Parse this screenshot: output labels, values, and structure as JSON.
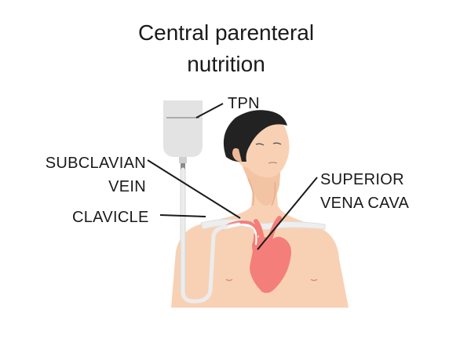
{
  "title": {
    "line1": "Central parenteral",
    "line2": "nutrition"
  },
  "labels": {
    "tpn": "TPN",
    "subclavian_vein": "SUBCLAVIAN\nVEIN",
    "clavicle": "CLAVICLE",
    "superior_vena_cava": "SUPERIOR\nVENA CAVA"
  },
  "colors": {
    "skin": "#f8d1b4",
    "skin_shadow": "#eeb897",
    "hair": "#222222",
    "heart": "#f47e7a",
    "bag": "#e3e3e3",
    "tube": "#ededed",
    "leader": "#1a1a1a"
  }
}
